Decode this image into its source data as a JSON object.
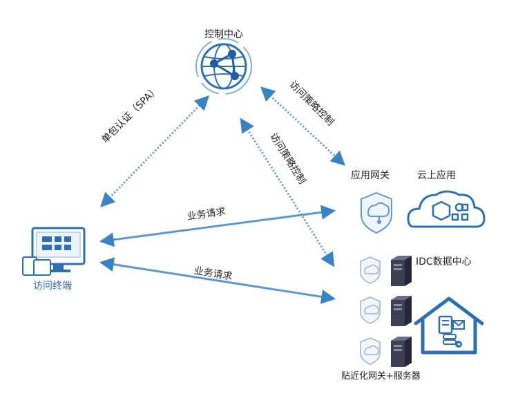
{
  "control_center": {
    "label": "控制中心",
    "icon": "globe-network-icon"
  },
  "terminal": {
    "label": "访问终端",
    "icon": "monitor-devices-icon"
  },
  "links": {
    "spa_auth": "单包认证（SPA）",
    "policy_to_gateway": "访问策略控制",
    "policy_to_idc": "访问策略控制",
    "request_to_gateway": "业务请求",
    "request_to_idc": "业务请求"
  },
  "cloud_panel": {
    "gateway_label": "应用网关",
    "cloud_app_label": "云上应用",
    "gateway_icon": "shield-gateway-icon",
    "cloud_icon": "cloud-apps-icon"
  },
  "idc_panel": {
    "title": "IDC数据中心",
    "footer": "贴近化网关+服务器",
    "units": [
      {
        "gateway_icon": "shield-gateway-icon",
        "server_icon": "server-icon"
      },
      {
        "gateway_icon": "shield-gateway-icon",
        "server_icon": "server-icon"
      },
      {
        "gateway_icon": "shield-gateway-icon",
        "server_icon": "server-icon"
      }
    ],
    "datacenter_icon": "house-datacenter-icon"
  },
  "colors": {
    "accent": "#2d6fb3",
    "line": "#5b97d0",
    "box_border": "#9fbcd6"
  }
}
